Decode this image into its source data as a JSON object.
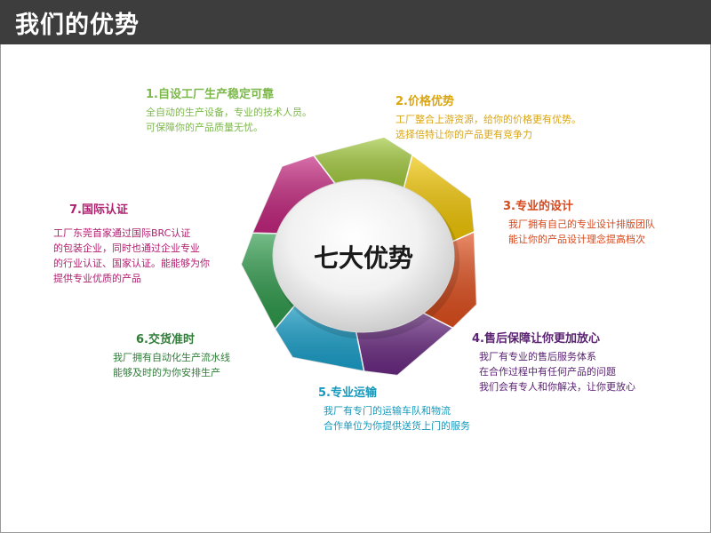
{
  "header": {
    "title": "我们的优势"
  },
  "diagram": {
    "center_label": "七大优势",
    "segment_colors": [
      "#a1c93a",
      "#f2c600",
      "#e04e1c",
      "#6a2a82",
      "#1aa1cc",
      "#2d9a4a",
      "#c4257e"
    ]
  },
  "items": [
    {
      "title": "1.自设工厂生产稳定可靠",
      "lines": [
        "全自动的生产设备，专业的技术人员。",
        "可保障你的产品质量无忧。"
      ]
    },
    {
      "title": "2.价格优势",
      "lines": [
        "工厂整合上游资源，给你的价格更有优势。",
        "选择倍特让你的产品更有竞争力"
      ]
    },
    {
      "title": "3.专业的设计",
      "lines": [
        "我厂拥有自己的专业设计排版团队",
        "能让你的产品设计理念提高档次"
      ]
    },
    {
      "title": "4.售后保障让你更加放心",
      "lines": [
        "我厂有专业的售后服务体系",
        "在合作过程中有任何产品的问题",
        "我们会有专人和你解决，让你更放心"
      ]
    },
    {
      "title": "5.专业运输",
      "lines": [
        "我厂有专门的运输车队和物流",
        "合作单位为你提供送货上门的服务"
      ]
    },
    {
      "title": "6.交货准时",
      "lines": [
        "我厂拥有自动化生产流水线",
        "能够及时的为你安排生产"
      ]
    },
    {
      "title": "7.国际认证",
      "lines": [
        "工厂东莞首家通过国际BRC认证",
        "的包装企业，同时也通过企业专业",
        "的行业认证、国家认证。能能够为你",
        "提供专业优质的产品"
      ]
    }
  ]
}
